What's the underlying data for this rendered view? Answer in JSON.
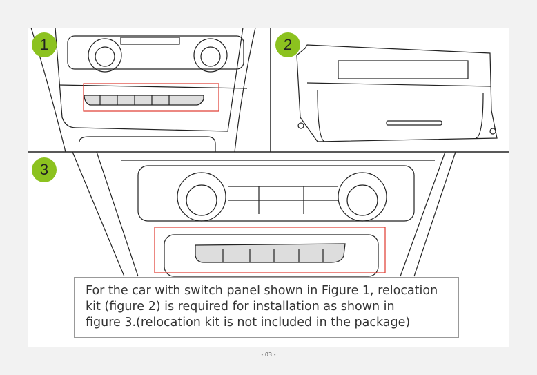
{
  "figures": [
    {
      "number": "1"
    },
    {
      "number": "2"
    },
    {
      "number": "3"
    }
  ],
  "note": {
    "lines": [
      "For the car with switch panel shown in Figure 1, relocation",
      "kit (figure 2) is required for installation as shown in",
      "figure 3.(relocation kit is not included in the package)"
    ]
  },
  "page_number": "- 03 -",
  "colors": {
    "badge": "#8cc21f",
    "highlight": "#e03a2f"
  }
}
